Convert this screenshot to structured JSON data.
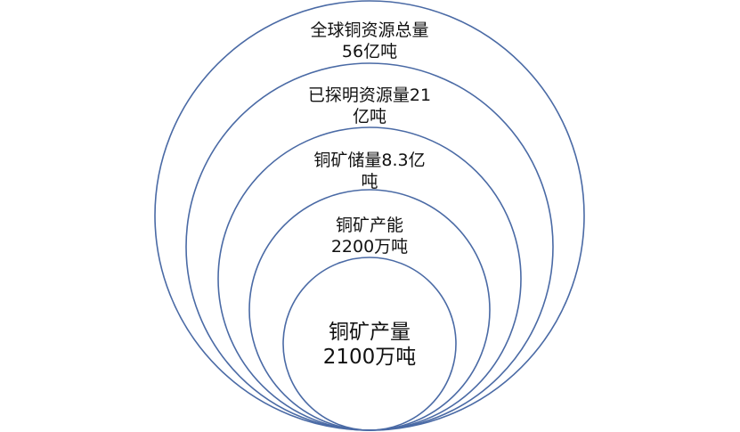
{
  "colors": {
    "ring_stroke": "#4a6aa5",
    "text": "#111111"
  },
  "levels": [
    {
      "line1": "全球铜资源总量",
      "line2": "56亿吨"
    },
    {
      "line1": "已探明资源量21",
      "line2": "亿吨"
    },
    {
      "line1": "铜矿储量8.3亿",
      "line2": "吨"
    },
    {
      "line1": "铜矿产能",
      "line2": "2200万吨"
    },
    {
      "line1": "铜矿产量",
      "line2": "2100万吨"
    }
  ]
}
